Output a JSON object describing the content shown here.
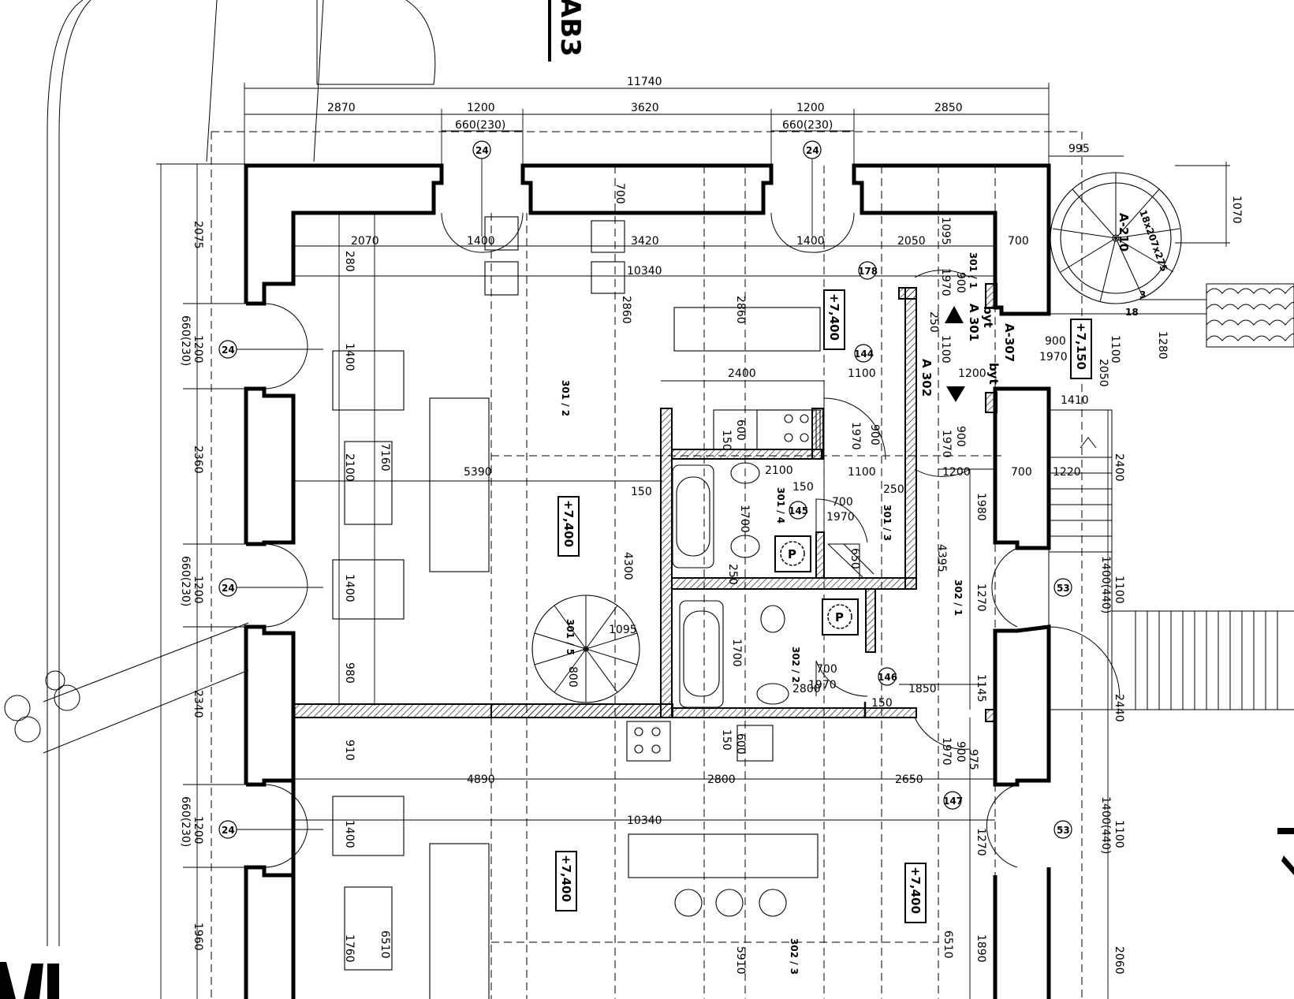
{
  "sheet_code": "AB3",
  "dimensions": {
    "total_width": "11740",
    "segment_1": "2870",
    "segment_2": "1200",
    "segment_3": "3620",
    "segment_4": "1200",
    "segment_5": "2850",
    "window_1": "660(230)",
    "window_2": "660(230)",
    "stair_offset": "995",
    "stair_height": "1070",
    "left_2075": "2075",
    "left_1200_a": "1200",
    "left_660_a": "660(230)",
    "left_2360": "2360",
    "left_660_b": "660(230)",
    "left_1200_b": "1200",
    "left_2340": "2340",
    "left_660_c": "660(230)",
    "left_1200_c": "1200",
    "left_1960": "1960",
    "d2070": "2070",
    "d1400_a": "1400",
    "d3420": "3420",
    "d1400_b": "1400",
    "d2050": "2050",
    "d700_a": "700",
    "d10340_a": "10340",
    "d700_top": "700",
    "d1095": "1095",
    "d280": "280",
    "d1400_c": "1400",
    "d2860_a": "2860",
    "d2860_b": "2860",
    "d2400": "2400",
    "d1100_a": "1100",
    "d900_a": "900",
    "d1970_a": "1970",
    "d1100_b": "1100",
    "d2050_b": "2050",
    "d1280": "1280",
    "d1410": "1410",
    "d7160": "7160",
    "d2100_a": "2100",
    "d5390": "5390",
    "d150_a": "150",
    "d600_a": "600",
    "d150_b": "150",
    "d2100_b": "2100",
    "d150_c": "150",
    "d1100_c": "1100",
    "d250_a": "250",
    "d1200_a": "1200",
    "d700_b": "700",
    "d1220": "1220",
    "d2400_b": "2400",
    "d700_c": "700",
    "d1970_b": "1970",
    "d1700_a": "1700",
    "d4300": "4300",
    "d650": "650",
    "d4395": "4395",
    "d1980": "1980",
    "d1270_a": "1270",
    "d1400_d": "1400",
    "d1400_440_a": "1400(440)",
    "d1100_d": "1100",
    "d1095_b": "1095",
    "d980": "980",
    "d800": "800",
    "d1700_b": "1700",
    "d700_d": "700",
    "d1970_c": "1970",
    "d2800_a": "2800",
    "d1850": "1850",
    "d150_d": "150",
    "d1145": "1145",
    "d2440": "2440",
    "d910": "910",
    "d150_e": "150",
    "d600_b": "600",
    "d1970_d": "1970",
    "d900_b": "900",
    "d975": "975",
    "d4890": "4890",
    "d2800_b": "2800",
    "d2650": "2650",
    "d10340_b": "10340",
    "d1400_e": "1400",
    "d1270_b": "1270",
    "d1400_440_b": "1400(440)",
    "d1100_e": "1100",
    "d1760": "1760",
    "d6510_a": "6510",
    "d5910": "5910",
    "d6510_b": "6510",
    "d1890": "1890",
    "d2060": "2060",
    "d250_b": "250",
    "d1970_e": "1970",
    "d900_c": "900",
    "d250_c": "250",
    "d900_d": "900",
    "d1970_f": "1970",
    "d1200_b": "1200",
    "d900_e": "900",
    "d1970_g": "1970",
    "d1100_f": "1100"
  },
  "levels": {
    "l1": "+7,400",
    "l2": "+7,400",
    "l3": "+7,150",
    "l4": "+7,400",
    "l5": "+7,400"
  },
  "tags": {
    "t24_a": "24",
    "t24_b": "24",
    "t24_c": "24",
    "t24_d": "24",
    "t24_e": "24",
    "t53_a": "53",
    "t53_b": "53",
    "t178": "178",
    "t144": "144",
    "t145": "145",
    "t146": "146",
    "t147": "147"
  },
  "rooms": {
    "r301_1": "301 / 1",
    "r301_2": "301 / 2",
    "r301_3": "301 / 3",
    "r301_4": "301 / 4",
    "r301_5": "301 / 5",
    "r302_1": "302 / 1",
    "r302_2": "302 / 2",
    "r302_3": "302 / 3"
  },
  "apartments": {
    "a301": "A 301",
    "a302": "A 302",
    "byt_1": "byt",
    "byt_2": "byt",
    "a307": "A-307",
    "a210": "A-210",
    "stair_spec": "18x207x275",
    "stair_3": "3",
    "stair_18": "18"
  },
  "symbols": {
    "p1": "P",
    "p2": "P"
  }
}
